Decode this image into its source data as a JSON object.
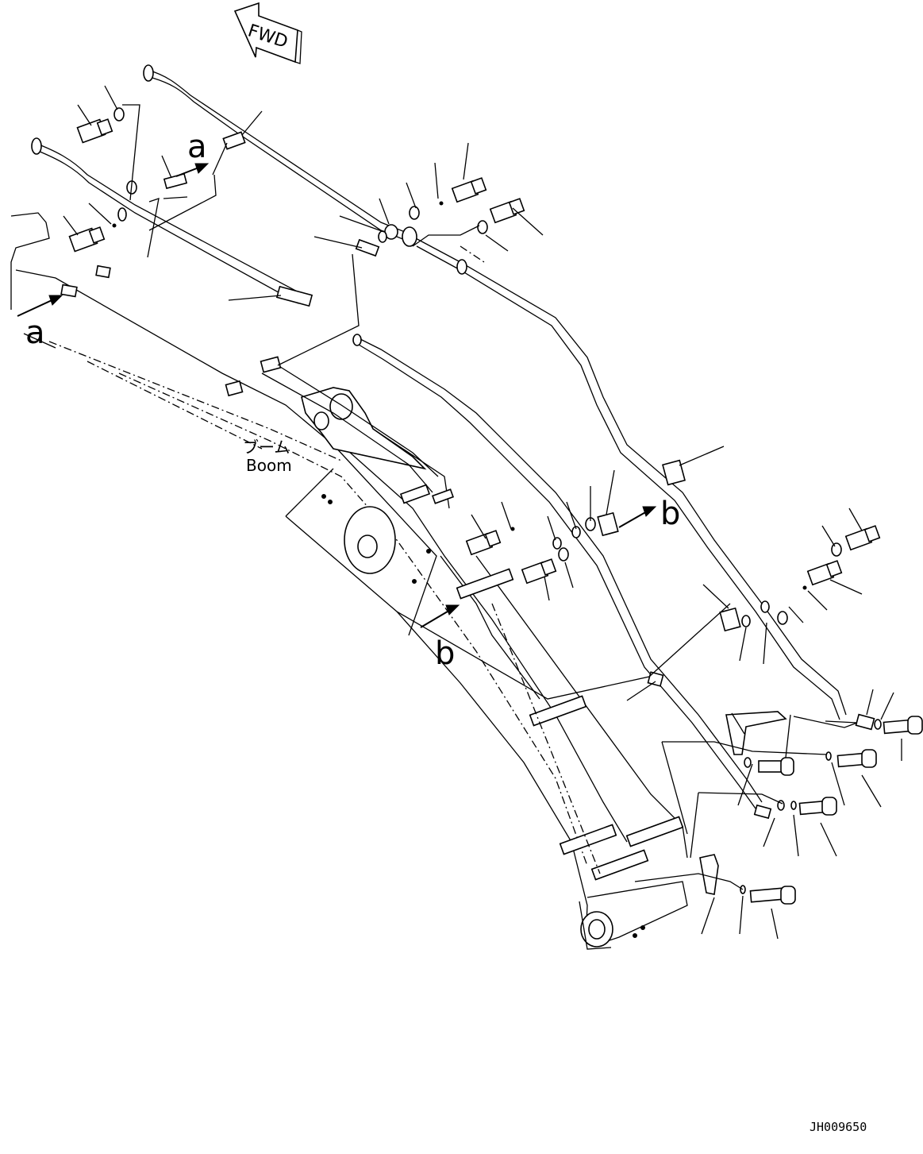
{
  "direction_marker": "FWD",
  "boom_label_jp": "ブーム",
  "boom_label_en": "Boom",
  "view_refs": {
    "a_top": "a",
    "a_left": "a",
    "b_right": "b",
    "b_lower": "b"
  },
  "drawing_code": "JH009650"
}
